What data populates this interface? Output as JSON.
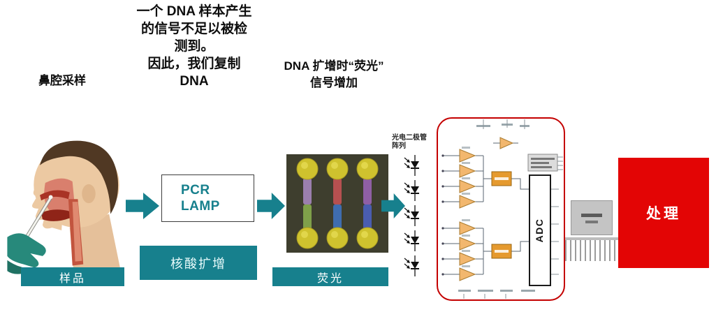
{
  "colors": {
    "teal": "#17808d",
    "red_block": "#e30505",
    "circuit_border": "#c40000"
  },
  "annotations": {
    "nasal_label": "鼻腔采样",
    "center_text_lines": [
      "一个 DNA 样本产生",
      "的信号不足以被检",
      "测到。",
      "因此，我们复制",
      "DNA"
    ],
    "amplify_text_lines": [
      "DNA 扩增时“荧光”",
      "信号增加"
    ]
  },
  "pcr_box": {
    "lines": [
      "PCR",
      "LAMP"
    ]
  },
  "photodiode": {
    "label_lines": [
      "光电二极管",
      "阵列"
    ]
  },
  "circuit": {
    "adc_label": "ADC"
  },
  "processing": {
    "label": "处理"
  },
  "bottom_labels": {
    "sample": "样品",
    "amplification": "核酸扩增",
    "fluorescence": "荧光"
  }
}
